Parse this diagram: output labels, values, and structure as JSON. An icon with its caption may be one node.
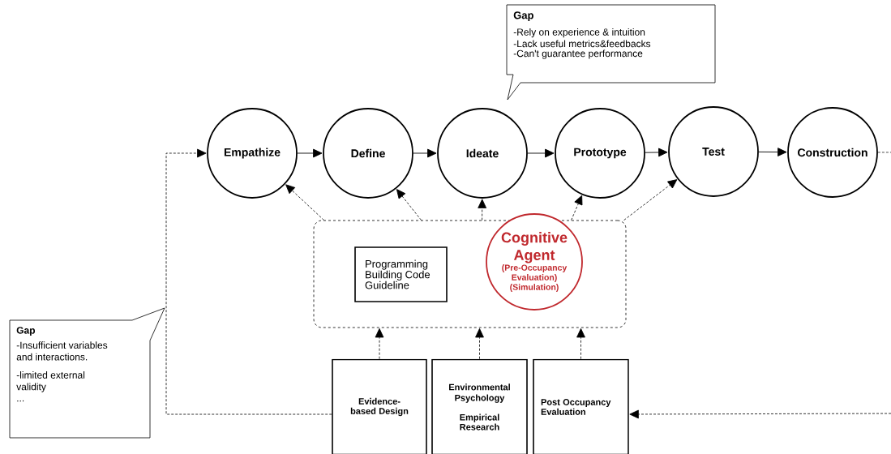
{
  "diagram": {
    "nodes": [
      {
        "text": [
          "Gap",
          "-Rely on experience & intuition",
          "-Lack useful metrics&feedbacks",
          "-Can't guarantee performance"
        ]
      },
      {
        "text": [
          "Empathize"
        ]
      },
      {
        "text": [
          "Define"
        ]
      },
      {
        "text": [
          "Ideate"
        ]
      },
      {
        "text": [
          "Prototype"
        ]
      },
      {
        "text": [
          "Test"
        ]
      },
      {
        "text": [
          "Construction"
        ]
      },
      {
        "text": [],
        "shape": "box"
      },
      {
        "text": [
          "Programming Building Code Guideline"
        ],
        "in": 7
      },
      {
        "text": [
          "Cognitive Agent",
          "(Pre-Occupancy Evaluation) (Simulation)"
        ],
        "in": 7
      },
      {
        "text": [
          "Evidence-based Design"
        ]
      },
      {
        "text": [
          "Environmental Psychology",
          "Empirical Research"
        ]
      },
      {
        "text": [
          "Post Occupancy Evaluation"
        ]
      },
      {
        "text": [
          "Gap",
          "-Insufficient variables and interactions.",
          "-limited external validity",
          "..."
        ]
      }
    ],
    "edges": [
      {
        "from": 1,
        "to": 2,
        "arrow": "to"
      },
      {
        "from": 2,
        "to": 3,
        "arrow": "to"
      },
      {
        "from": 3,
        "to": 4,
        "arrow": "to"
      },
      {
        "from": 4,
        "to": 5,
        "arrow": "to"
      },
      {
        "from": 5,
        "to": 6,
        "arrow": "to"
      },
      {
        "from": 7,
        "to": 1,
        "arrow": "to",
        "style": "dashed"
      },
      {
        "from": 7,
        "to": 2,
        "arrow": "to",
        "style": "dashed"
      },
      {
        "from": 7,
        "to": 3,
        "arrow": "to",
        "style": "dashed"
      },
      {
        "from": 7,
        "to": 4,
        "arrow": "to",
        "style": "dashed"
      },
      {
        "from": 7,
        "to": 5,
        "arrow": "to",
        "style": "dashed"
      },
      {
        "from": 10,
        "to": 7,
        "arrow": "to",
        "style": "dashed"
      },
      {
        "from": 11,
        "to": 7,
        "arrow": "to",
        "style": "dashed"
      },
      {
        "from": 12,
        "to": 7,
        "arrow": "to",
        "style": "dashed"
      },
      {
        "from": 10,
        "to": 1,
        "arrow": "to",
        "style": "dashed"
      },
      {
        "from": 6,
        "to": null,
        "arrow": "none",
        "style": "dashed"
      },
      {
        "from": null,
        "to": 12,
        "arrow": "to",
        "style": "dashed"
      }
    ]
  }
}
